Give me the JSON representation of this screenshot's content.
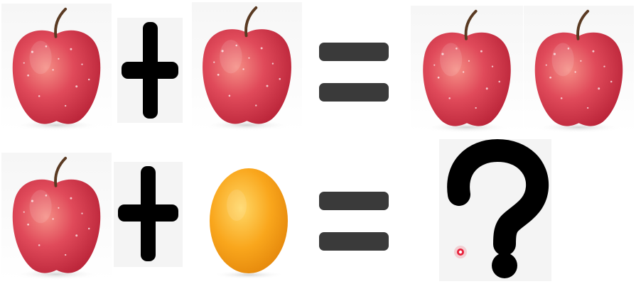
{
  "equations": [
    {
      "left": "apple",
      "operator": "plus",
      "right": "apple",
      "equals": "equals",
      "result": [
        "apple",
        "apple"
      ]
    },
    {
      "left": "apple",
      "operator": "plus",
      "right": "orange",
      "equals": "equals",
      "result": [
        "question-mark"
      ]
    }
  ],
  "icons": {
    "apple": "apple-icon",
    "orange": "orange-icon",
    "plus": "plus-icon",
    "equals": "equals-icon",
    "question": "question-mark-icon",
    "cursor": "cursor-indicator-icon"
  },
  "colors": {
    "apple_red": "#d8344a",
    "apple_highlight": "#f07a74",
    "orange": "#f7a21a",
    "orange_light": "#ffc94a",
    "plus": "#000000",
    "equals": "#3a3a3a",
    "question": "#000000",
    "cursor": "#e8203a"
  }
}
